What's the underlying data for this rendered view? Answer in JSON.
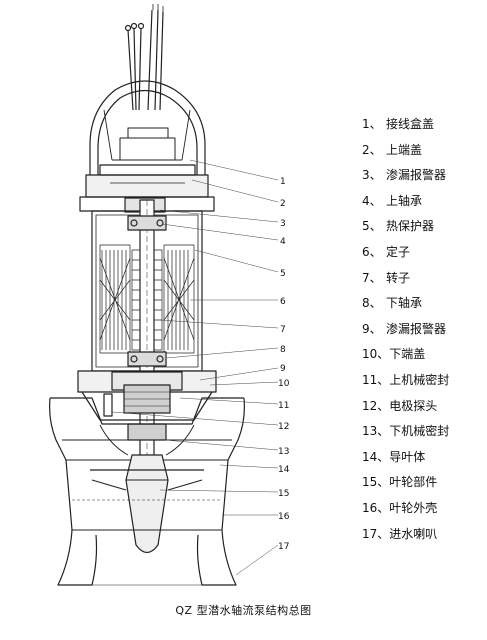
{
  "legend": [
    {
      "num": "1、",
      "label": "接线盒盖"
    },
    {
      "num": "2、",
      "label": "上端盖"
    },
    {
      "num": "3、",
      "label": "渗漏报警器"
    },
    {
      "num": "4、",
      "label": "上轴承"
    },
    {
      "num": "5、",
      "label": "热保护器"
    },
    {
      "num": "6、",
      "label": "定子"
    },
    {
      "num": "7、",
      "label": "转子"
    },
    {
      "num": "8、",
      "label": "下轴承"
    },
    {
      "num": "9、",
      "label": "渗漏报警器"
    },
    {
      "num": "10、",
      "label": "下端盖"
    },
    {
      "num": "11、",
      "label": "上机械密封"
    },
    {
      "num": "12、",
      "label": "电极探头"
    },
    {
      "num": "13、",
      "label": "下机械密封"
    },
    {
      "num": "14、",
      "label": "导叶体"
    },
    {
      "num": "15、",
      "label": "叶轮部件"
    },
    {
      "num": "16、",
      "label": "叶轮外壳"
    },
    {
      "num": "17、",
      "label": "进水喇叭"
    }
  ],
  "callouts": [
    "1",
    "2",
    "3",
    "4",
    "5",
    "6",
    "7",
    "8",
    "9",
    "10",
    "11",
    "12",
    "13",
    "14",
    "15",
    "16",
    "17"
  ],
  "caption": "QZ 型潜水轴流泵结构总图"
}
